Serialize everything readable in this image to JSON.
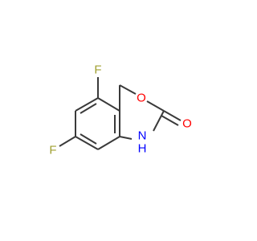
{
  "molecule": {
    "colors": {
      "bond": "#3a3a3a",
      "fluorine": "#a0a030",
      "oxygen": "#ff0000",
      "nitrogen": "#0000ff"
    },
    "atoms": {
      "f_top": "F",
      "f_left": "F",
      "o_ring": "O",
      "o_carbonyl": "O",
      "nh": "N",
      "nh_h": "H"
    }
  }
}
